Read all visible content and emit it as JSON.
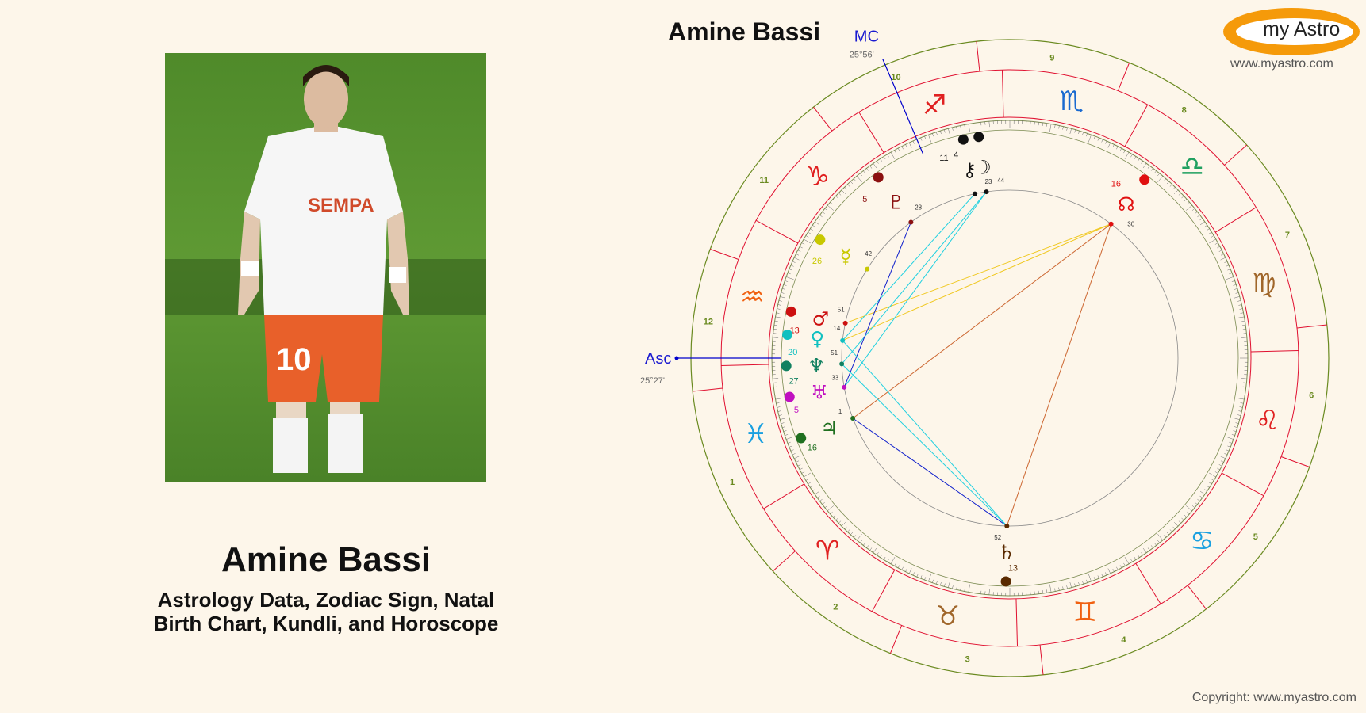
{
  "person": {
    "name": "Amine Bassi",
    "subtitle_line1": "Astrology Data, Zodiac Sign, Natal",
    "subtitle_line2": "Birth Chart, Kundli, and Horoscope",
    "jersey_number": "10",
    "shirt_text": "SEMPA"
  },
  "chart": {
    "title": "Amine Bassi",
    "asc_label": "Asc",
    "asc_degree": "25°27'",
    "mc_label": "MC",
    "mc_degree": "25°56'",
    "houses": [
      "1",
      "2",
      "3",
      "4",
      "5",
      "6",
      "7",
      "8",
      "9",
      "10",
      "11",
      "12"
    ],
    "signs": [
      {
        "name": "aries",
        "glyph": "♈",
        "color": "#e02020"
      },
      {
        "name": "taurus",
        "glyph": "♉",
        "color": "#a0662a"
      },
      {
        "name": "gemini",
        "glyph": "♊",
        "color": "#f06010"
      },
      {
        "name": "cancer",
        "glyph": "♋",
        "color": "#1aa0e0"
      },
      {
        "name": "leo",
        "glyph": "♌",
        "color": "#e02020"
      },
      {
        "name": "virgo",
        "glyph": "♍",
        "color": "#a0662a"
      },
      {
        "name": "libra",
        "glyph": "♎",
        "color": "#20a060"
      },
      {
        "name": "scorpio",
        "glyph": "♏",
        "color": "#1a6ad0"
      },
      {
        "name": "sagittarius",
        "glyph": "♐",
        "color": "#e02020"
      },
      {
        "name": "capricorn",
        "glyph": "♑",
        "color": "#e02020"
      },
      {
        "name": "aquarius",
        "glyph": "♒",
        "color": "#f06010"
      },
      {
        "name": "pisces",
        "glyph": "♓",
        "color": "#1aa0e0"
      }
    ],
    "planets": [
      {
        "name": "moon",
        "glyph": "☽",
        "deg": "4",
        "min": "44",
        "color": "#111111"
      },
      {
        "name": "chiron",
        "glyph": "⚷",
        "deg": "11",
        "min": "23",
        "color": "#111111"
      },
      {
        "name": "pluto",
        "glyph": "♇",
        "deg": "5",
        "min": "28",
        "color": "#8b1010"
      },
      {
        "name": "mercury",
        "glyph": "☿",
        "deg": "26",
        "min": "42",
        "color": "#c8c800"
      },
      {
        "name": "mars",
        "glyph": "♂",
        "deg": "13",
        "min": "51",
        "color": "#cc1010"
      },
      {
        "name": "venus",
        "glyph": "♀",
        "deg": "20",
        "min": "14",
        "color": "#10c0c0"
      },
      {
        "name": "neptune",
        "glyph": "♆",
        "deg": "27",
        "min": "51",
        "color": "#108060"
      },
      {
        "name": "uranus",
        "glyph": "♅",
        "deg": "5",
        "min": "33",
        "color": "#c010c0"
      },
      {
        "name": "jupiter",
        "glyph": "♃",
        "deg": "16",
        "min": "1",
        "color": "#207020"
      },
      {
        "name": "saturn",
        "glyph": "♄",
        "deg": "13",
        "min": "52",
        "color": "#5a2a00"
      },
      {
        "name": "node",
        "glyph": "☊",
        "deg": "16",
        "min": "30",
        "color": "#e01010"
      }
    ]
  },
  "branding": {
    "logo_text": "my Astro",
    "url": "www.myastro.com",
    "copyright": "Copyright: www.myastro.com"
  },
  "colors": {
    "background": "#fdf6ea",
    "outer_ring": "#6a8a20",
    "house_line": "#e01030",
    "inner_ring": "#7a8a50",
    "logo_orange": "#f59a0a"
  }
}
